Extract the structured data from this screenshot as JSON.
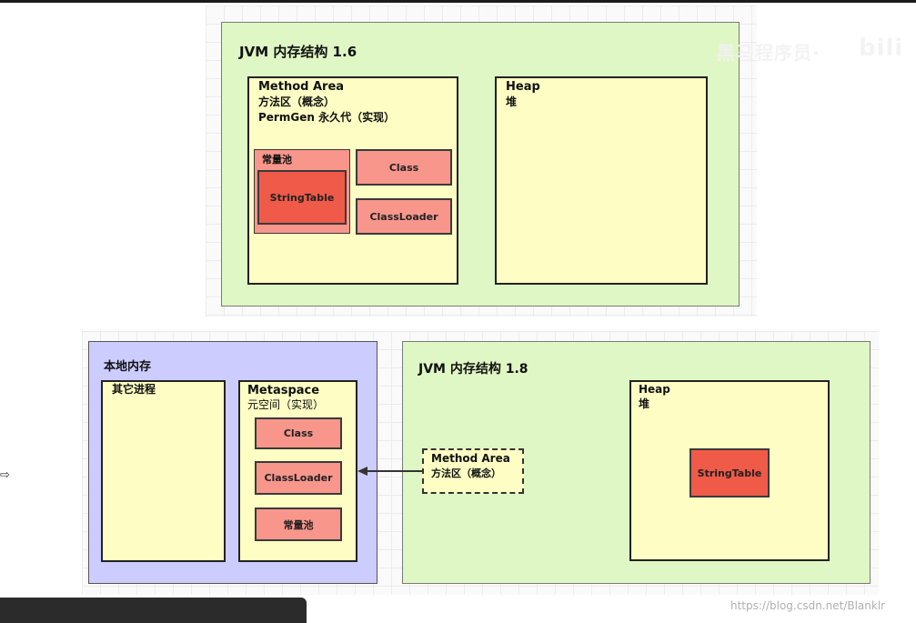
{
  "jvm16": {
    "title": "JVM 内存结构 1.6",
    "method_area": {
      "line1": "Method Area",
      "line2": "方法区（概念）",
      "line3": "PermGen 永久代（实现）",
      "constant_pool_label": "常量池",
      "string_table": "StringTable",
      "class": "Class",
      "class_loader": "ClassLoader"
    },
    "heap": {
      "line1": "Heap",
      "line2": "堆"
    }
  },
  "native": {
    "title": "本地内存",
    "other_process": "其它进程",
    "metaspace": {
      "line1": "Metaspace",
      "line2": "元空间（实现）",
      "class": "Class",
      "class_loader": "ClassLoader",
      "constant_pool": "常量池"
    }
  },
  "jvm18": {
    "title": "JVM 内存结构 1.8",
    "method_area": {
      "line1": "Method Area",
      "line2": "方法区（概念）"
    },
    "heap": {
      "line1": "Heap",
      "line2": "堆",
      "string_table": "StringTable"
    }
  },
  "watermark": "黑马程序员·",
  "logo": "bili",
  "url": "https://blog.csdn.net/Blanklr",
  "left_glyph": "⇨"
}
